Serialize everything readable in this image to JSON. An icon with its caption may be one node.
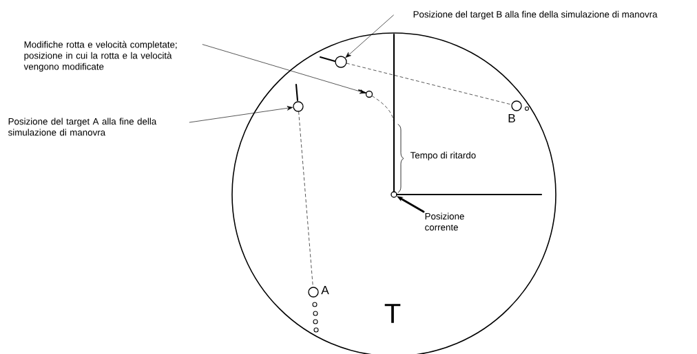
{
  "diagram": {
    "nodes": [
      {
        "text": [
          "Posizione del target B alla fine della simulazione di manovra"
        ]
      },
      {
        "text": [],
        "shape": "circle"
      },
      {
        "text": [
          "Modifiche rotta e velocità completate; posizione in cui la rotta e la velocità vengono modificate"
        ]
      },
      {
        "text": [],
        "shape": "circle"
      },
      {
        "text": [
          "Posizione del target A alla fine della simulazione di manovra"
        ]
      },
      {
        "text": [],
        "shape": "circle"
      },
      {
        "text": [
          "Posizione corrente"
        ]
      },
      {
        "text": [],
        "shape": "circle"
      },
      {
        "text": [],
        "shape": "circle"
      },
      {
        "text": [],
        "shape": "circle"
      }
    ],
    "edges": [
      {
        "from": 0,
        "to": 1,
        "arrow": "to"
      },
      {
        "from": 2,
        "to": 3,
        "arrow": "to"
      },
      {
        "from": 4,
        "to": 5,
        "arrow": "to"
      },
      {
        "from": 6,
        "to": 7,
        "arrow": "to",
        "style": "thick"
      },
      {
        "from": 1,
        "to": 8,
        "arrow": "none",
        "style": "dashed"
      },
      {
        "from": 5,
        "to": 9,
        "arrow": "none",
        "style": "dashed"
      },
      {
        "from": 3,
        "to": 7,
        "arrow": "none",
        "style": "dashed"
      }
    ],
    "labels": [
      "B",
      "Tempo di ritardo",
      "A",
      "T"
    ]
  }
}
